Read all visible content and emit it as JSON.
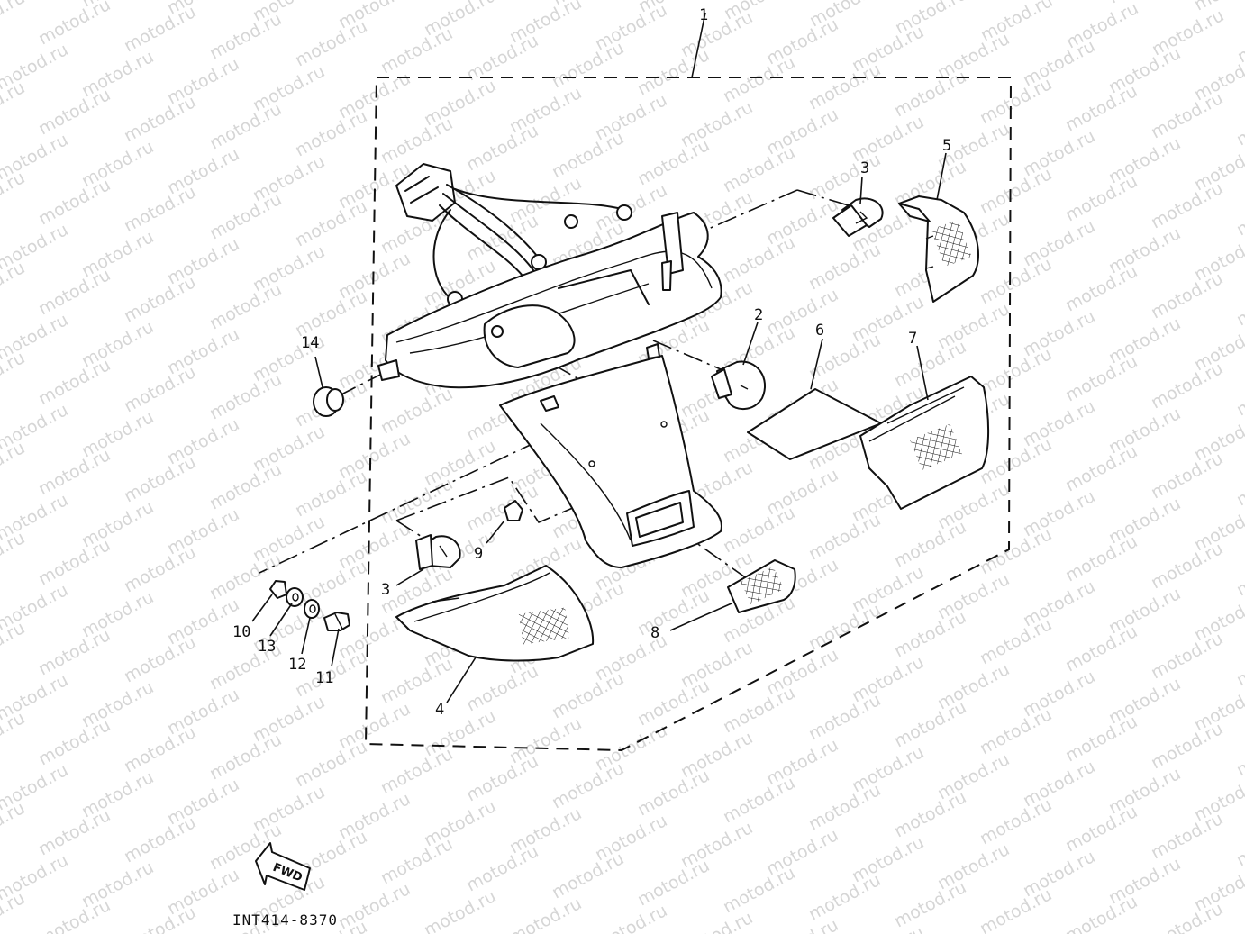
{
  "diagram": {
    "watermark_text": "motod.ru",
    "reference_code": "INT414-8370",
    "fwd_label": "FWD",
    "assembly_callout": "1",
    "callouts": {
      "c2": "2",
      "c3_top": "3",
      "c3_bottom": "3",
      "c4": "4",
      "c5": "5",
      "c6": "6",
      "c7": "7",
      "c8": "8",
      "c9": "9",
      "c10": "10",
      "c11": "11",
      "c12": "12",
      "c13": "13",
      "c14": "14"
    }
  }
}
